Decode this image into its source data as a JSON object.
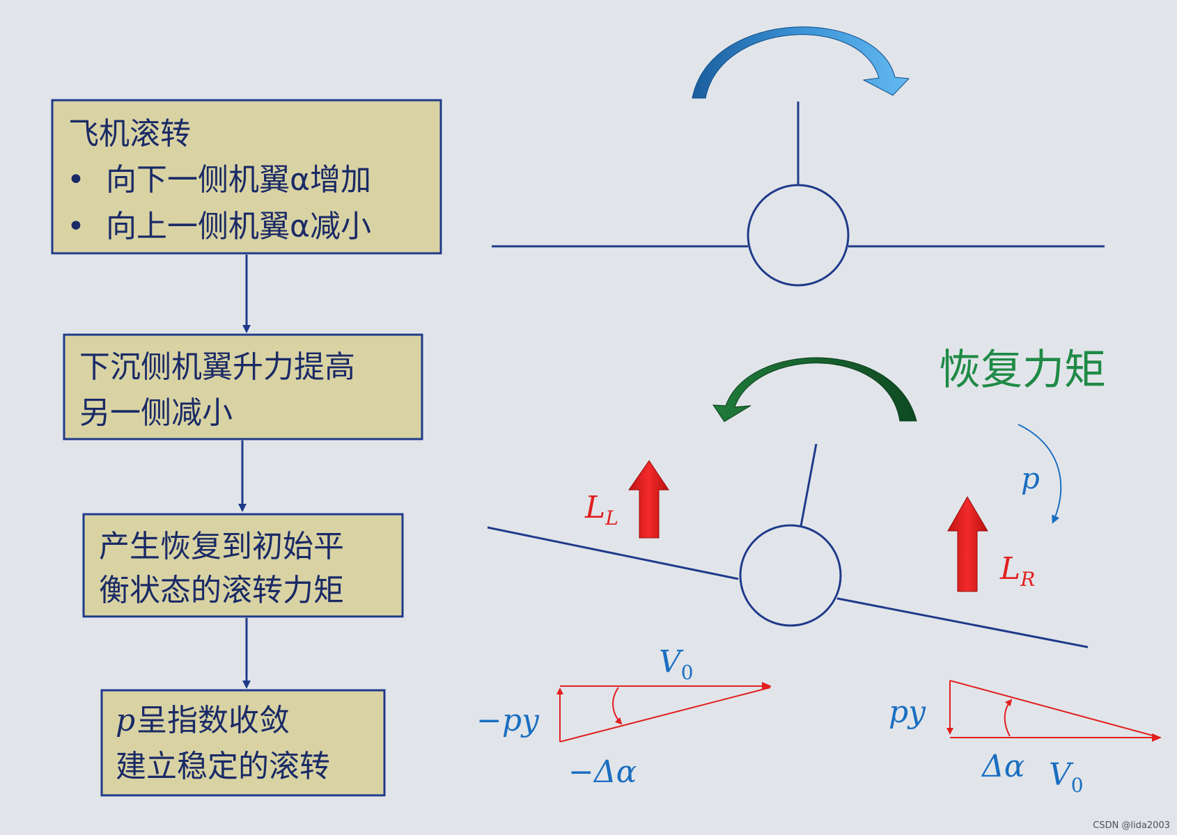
{
  "flow": {
    "box1": {
      "title": "飞机滚转",
      "bullet": "•",
      "line1": "向下一侧机翼α增加",
      "line2": "向上一侧机翼α减小"
    },
    "box2": {
      "line1": "下沉侧机翼升力提高",
      "line2": "另一侧减小"
    },
    "box3": {
      "line1": "产生恢复到初始平",
      "line2": "衡状态的滚转力矩"
    },
    "box4": {
      "p": "p",
      "line1rest": "呈指数收敛",
      "line2": "建立稳定的滚转"
    }
  },
  "right": {
    "restoring_moment": "恢复力矩",
    "p_label": "p",
    "LL_main": "L",
    "LL_sub": "L",
    "LR_main": "L",
    "LR_sub": "R"
  },
  "vectors": {
    "left": {
      "V0_main": "V",
      "V0_sub": "0",
      "py": "−py",
      "dalpha": "−Δα"
    },
    "right": {
      "py": "py",
      "dalpha": "Δα",
      "V0_main": "V",
      "V0_sub": "0"
    }
  },
  "watermark": "CSDN @lida2003",
  "colors": {
    "box_fill": "#d9d3a4",
    "box_stroke": "#1f3a8a",
    "text": "#1a2a66",
    "blue_line": "#1f3a8a",
    "green": "#1f8a46",
    "red": "#e11f1f",
    "label_blue": "#1a6ec0"
  }
}
